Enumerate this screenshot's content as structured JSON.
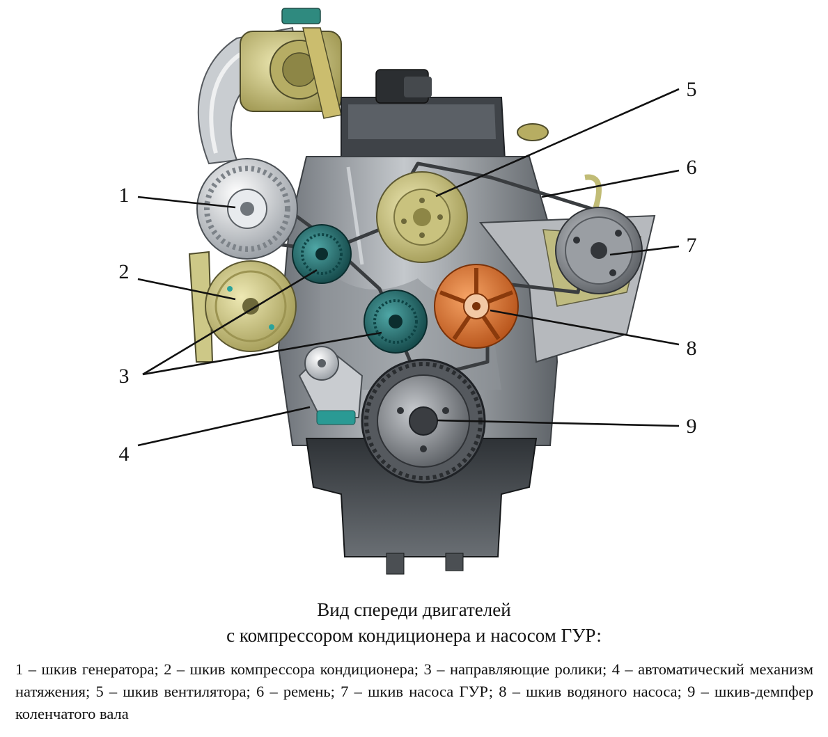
{
  "callouts": [
    "1",
    "2",
    "3",
    "4",
    "5",
    "6",
    "7",
    "8",
    "9"
  ],
  "caption": {
    "line1": "Вид спереди двигателей",
    "line2": "с компрессором кондиционера и насосом ГУР:"
  },
  "legend": [
    "1 – шкив генератора; ",
    "2 – шкив компрессора кондиционера; ",
    "3 – направляющие ролики; ",
    "4 – автоматический механизм натяжения; ",
    "5 – шкив вентилятора; ",
    "6 – ремень; ",
    "7 – шкив насоса ГУР; ",
    "8 – шкив водяного насоса; ",
    "9 – шкив-демпфер коленчатого вала"
  ],
  "colors": {
    "block": "#9a9ea3",
    "block_dark": "#4d5257",
    "khaki": "#c8c27a",
    "teal": "#1f6f70",
    "orange": "#e07a33",
    "silver": "#d9dde2"
  }
}
